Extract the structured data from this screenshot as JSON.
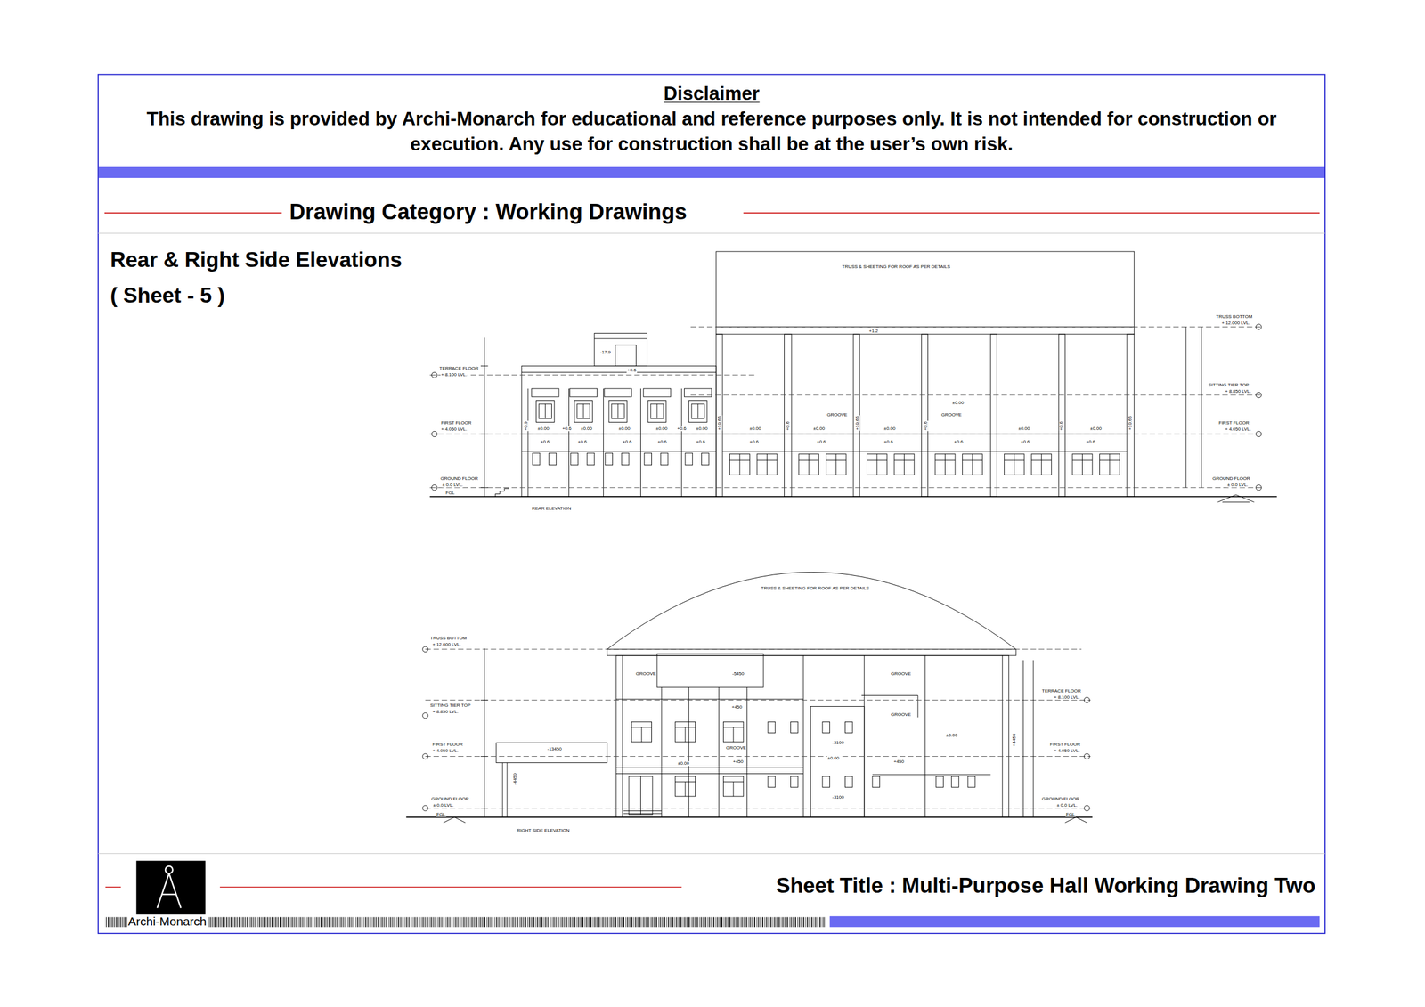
{
  "diagram": {
    "title": "Rear & Right Side Elevations",
    "nodes": [
      {
        "text": [
          "Disclaimer",
          "This drawing is provided by Archi-Monarch for educational and reference purposes only. It is not intended for construction or execution. Any use for construction shall be at the user’s own risk."
        ]
      }
    ],
    "labels": [
      "Drawing Category : Working Drawings",
      "( Sheet - 5 )",
      "TRUSS & SHEETING FOR ROOF AS PER DETAILS",
      "+1.2",
      "-17.9",
      "+0.6",
      "TERRACE FLOOR",
      "+ 8.100 LVL.",
      "FIRST FLOOR",
      "+ 4.050 LVL.",
      "GROUND FLOOR",
      "± 0.0 LVL.",
      "FGL",
      "REAR ELEVATION",
      "TRUSS BOTTOM",
      "+ 12.000 LVL.",
      "SITTING TIER TOP",
      "+ 8.850 LVL.",
      "FIRST FLOOR",
      "+ 4.050 LVL.",
      "GROUND FLOOR",
      "± 0.0 LVL.",
      "±0.00",
      "GROOVE",
      "GROOVE",
      "+0.9",
      "±0.00",
      "+0.6",
      "±0.00",
      "±0.00",
      "±0.00",
      "+0.6",
      "±0.00",
      "+10.65",
      "±0.00",
      "+0.6",
      "±0.00",
      "+10.65",
      "±0.00",
      "+0.6",
      "±0.00",
      "+0.6",
      "±0.00",
      "+10.65",
      "+0.6",
      "+0.6",
      "+0.6",
      "+0.6",
      "+0.6",
      "+0.6",
      "+0.6",
      "+0.6",
      "+0.6",
      "+0.6",
      "+0.6",
      "TRUSS & SHEETING FOR ROOF AS PER DETAILS",
      "TRUSS BOTTOM",
      "+ 12.000 LVL.",
      "SITTING TIER TOP",
      "+ 8.850 LVL.",
      "FIRST FLOOR",
      "+ 4.050 LVL.",
      "GROUND FLOOR",
      "± 0.0 LVL.",
      "FGL",
      "TERRACE FLOOR",
      "+ 8.100 LVL.",
      "FIRST FLOOR",
      "+ 4.050 LVL.",
      "GROUND FLOOR",
      "± 0.0 LVL.",
      "FGL",
      "GROOVE",
      "-5450",
      "GROOVE",
      "+450",
      "GROOVE",
      "±0.00",
      "-3100",
      "-13450",
      "GROOVE",
      "±0.00",
      "+450",
      "+450",
      "±0.00",
      "-3100",
      "-4450",
      "+4450",
      "RIGHT SIDE ELEVATION",
      "Sheet Title : Multi-Purpose Hall Working Drawing Two",
      "Archi-Monarch"
    ]
  }
}
